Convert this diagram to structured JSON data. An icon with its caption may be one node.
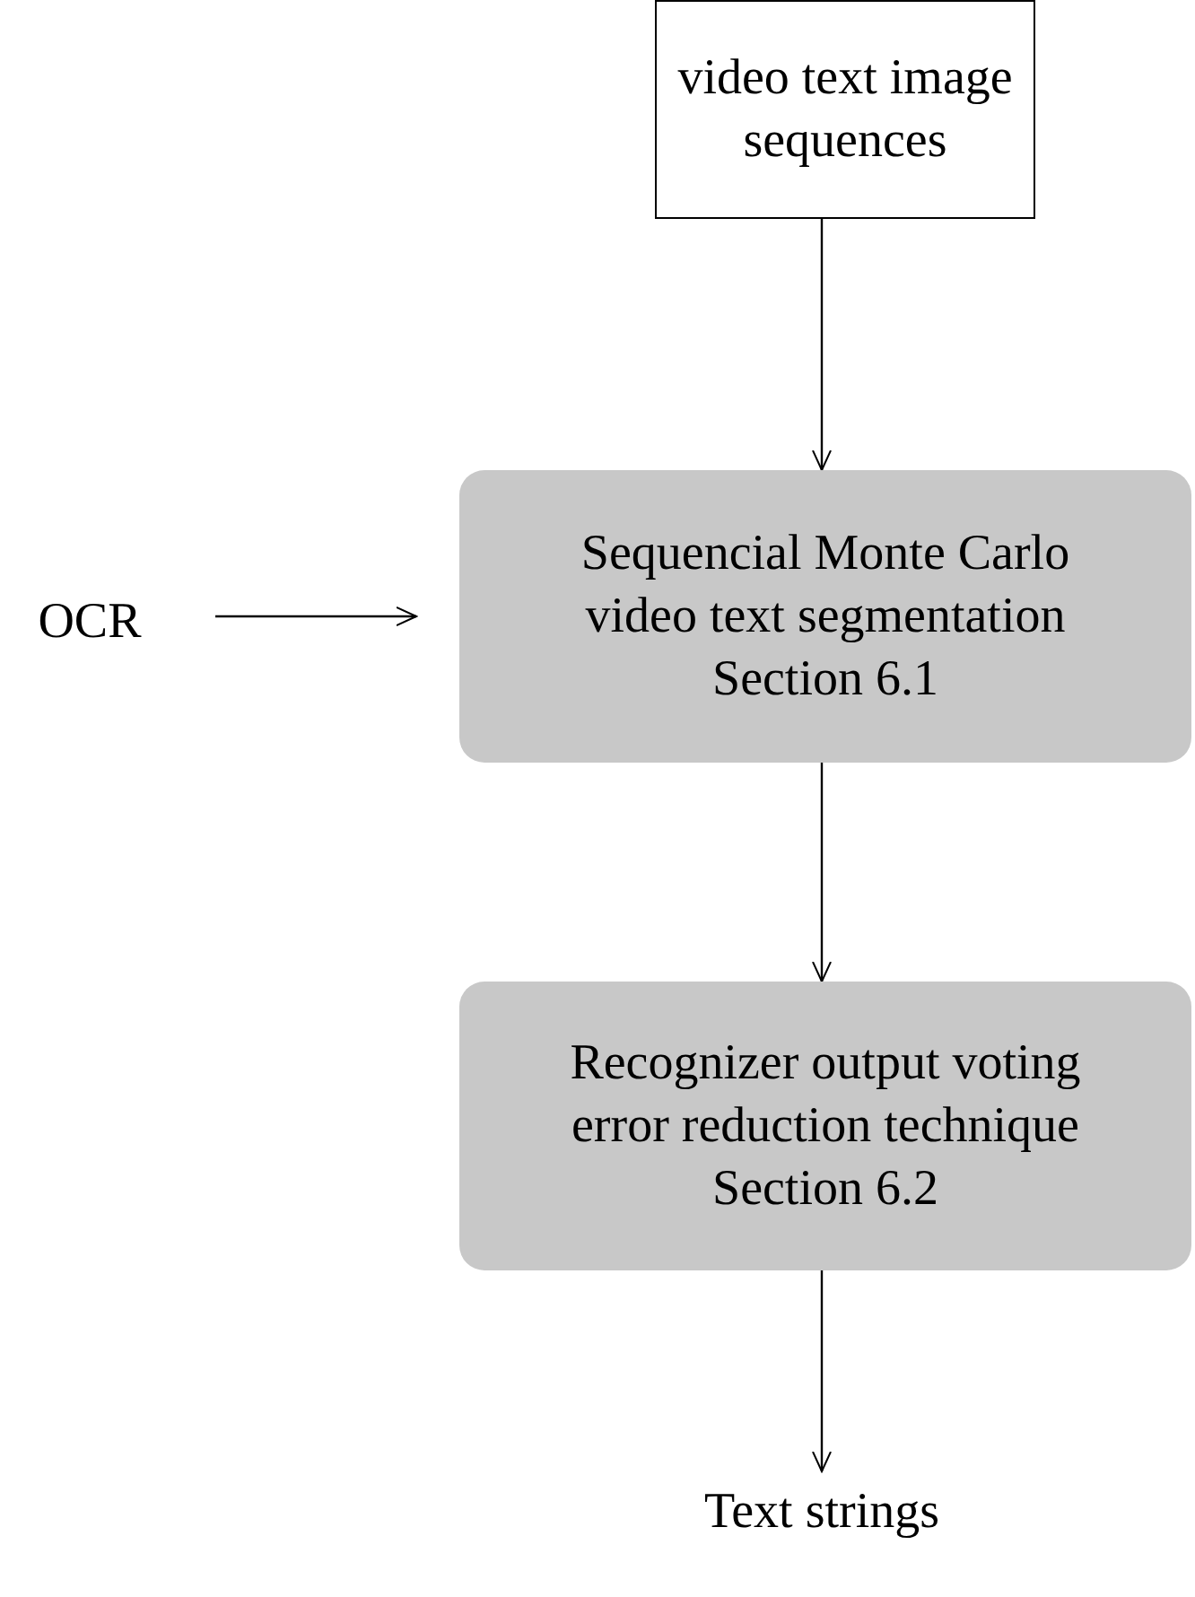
{
  "diagram": {
    "nodes": [
      {
        "text": [
          "video text image sequences"
        ]
      },
      {
        "text": [
          "OCR"
        ]
      },
      {
        "text": [
          "Sequencial Monte Carlo video text segmentation",
          "Section 6.1"
        ]
      },
      {
        "text": [
          "Recognizer output voting error reduction technique",
          "Section 6.2"
        ]
      },
      {
        "text": [
          "Text strings"
        ]
      }
    ],
    "edges": [
      {
        "from": 0,
        "to": 2,
        "arrow": "to"
      },
      {
        "from": 1,
        "to": 2,
        "arrow": "to"
      },
      {
        "from": 2,
        "to": 3,
        "arrow": "to"
      },
      {
        "from": 3,
        "to": 4,
        "arrow": "to"
      }
    ]
  }
}
